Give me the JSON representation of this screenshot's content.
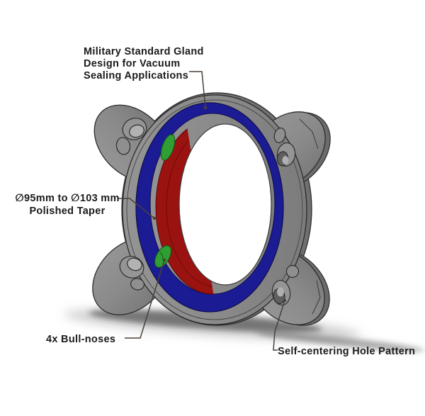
{
  "diagram_title": "Military Standard Gland Design for Vacuum Sealing Applications",
  "annotations": {
    "gland": {
      "line1": "Military Standard Gland",
      "line2": "Design for Vacuum",
      "line3": "Sealing Applications"
    },
    "taper": {
      "line1": "∅95mm to ∅103 mm",
      "line2": "Polished Taper"
    },
    "bullnoses": {
      "label": "4x Bull-noses"
    },
    "hole_pattern": {
      "label": "Self-centering Hole Pattern"
    }
  },
  "colors": {
    "body_gray": "#8a8a8a",
    "gland_blue": "#1b1b94",
    "taper_red": "#9a1310",
    "bullnose_green": "#2f9e33",
    "leader_line": "#4a4038",
    "label_text": "#1b1b1b",
    "background": "#ffffff"
  }
}
